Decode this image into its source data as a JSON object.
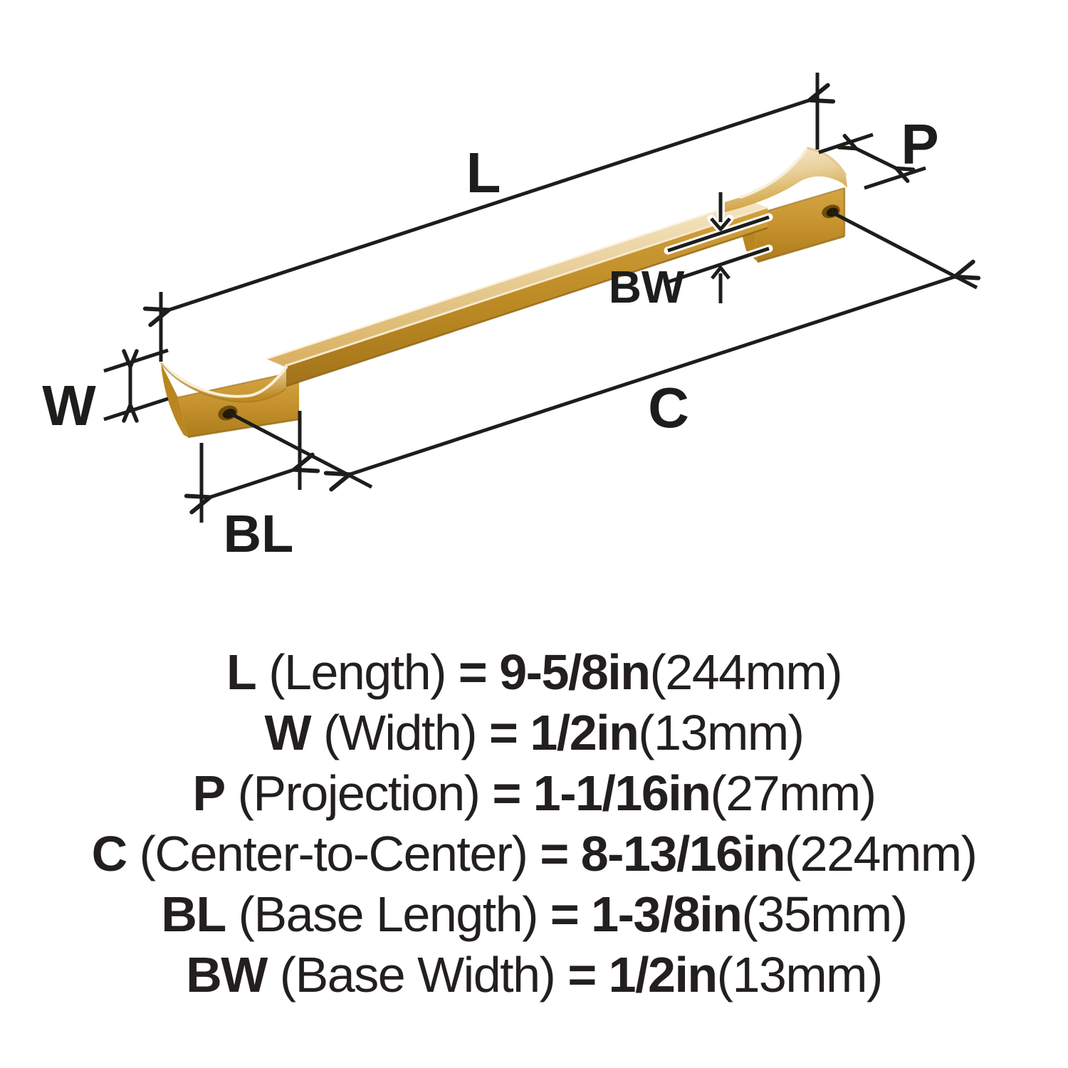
{
  "figure": {
    "type": "product-dimension-diagram",
    "finish_color": "#C8922E",
    "line_color": "#1D1D1B",
    "labels": {
      "length": "L",
      "width": "W",
      "projection": "P",
      "center_to_center": "C",
      "base_length": "BL",
      "base_width": "BW"
    }
  },
  "specs": [
    {
      "code": "L",
      "name": " (Length) ",
      "value": "= 9-5/8in",
      "metric": "(244mm)"
    },
    {
      "code": "W",
      "name": " (Width) ",
      "value": "= 1/2in",
      "metric": "(13mm)"
    },
    {
      "code": "P",
      "name": " (Projection) ",
      "value": "= 1-1/16in",
      "metric": "(27mm)"
    },
    {
      "code": "C",
      "name": " (Center-to-Center) ",
      "value": "= 8-13/16in",
      "metric": "(224mm)"
    },
    {
      "code": "BL",
      "name": " (Base Length) ",
      "value": "= 1-3/8in",
      "metric": "(35mm)"
    },
    {
      "code": "BW",
      "name": " (Base Width) ",
      "value": "= 1/2in",
      "metric": "(13mm)"
    }
  ]
}
